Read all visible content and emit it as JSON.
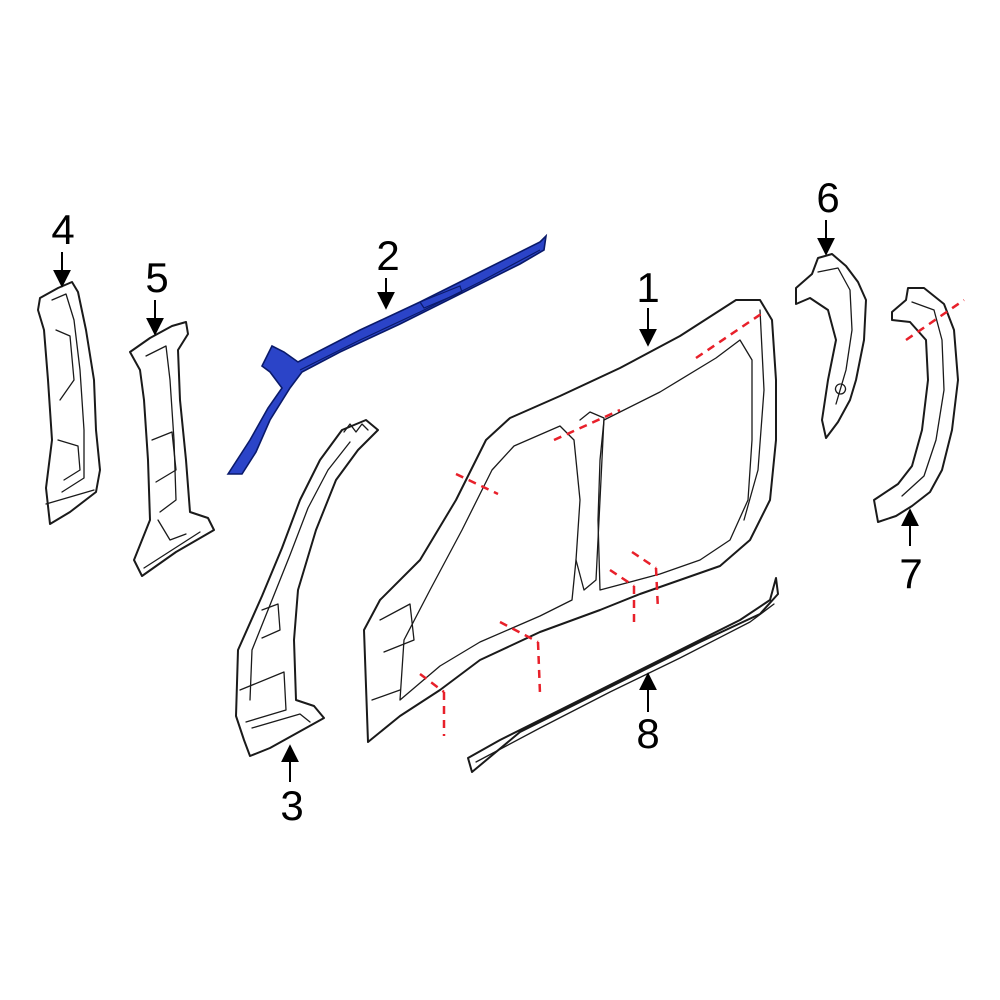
{
  "diagram": {
    "highlight_color": "#2b44c8",
    "cut_line_color": "#e8202a",
    "line_color": "#1a1a1a",
    "background": "#ffffff",
    "callouts": [
      {
        "id": "1",
        "label": "1"
      },
      {
        "id": "2",
        "label": "2"
      },
      {
        "id": "3",
        "label": "3"
      },
      {
        "id": "4",
        "label": "4"
      },
      {
        "id": "5",
        "label": "5"
      },
      {
        "id": "6",
        "label": "6"
      },
      {
        "id": "7",
        "label": "7"
      },
      {
        "id": "8",
        "label": "8"
      }
    ],
    "highlighted_part": "2"
  }
}
